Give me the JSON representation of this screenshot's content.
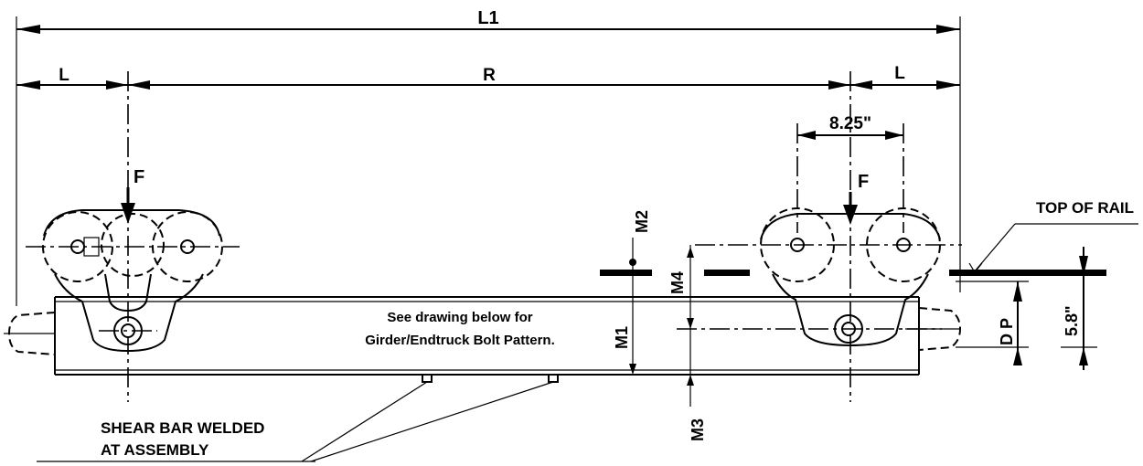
{
  "dimensions": {
    "overall_length": "L1",
    "left_overhang": "L",
    "wheelbase": "R",
    "right_overhang": "L",
    "wheel_spacing": "8.25\"",
    "rail_to_bottom": "5.8\""
  },
  "loads": {
    "left_wheel_load": "F",
    "right_wheel_load": "F"
  },
  "moments": {
    "m1": "M1",
    "m2": "M2",
    "m3": "M3",
    "m4": "M4"
  },
  "labels": {
    "depth": "D P",
    "top_of_rail": "TOP OF RAIL",
    "note_line1": "See drawing below for",
    "note_line2": "Girder/Endtruck Bolt Pattern.",
    "shear_bar_line1": "SHEAR BAR WELDED",
    "shear_bar_line2": "AT ASSEMBLY"
  }
}
